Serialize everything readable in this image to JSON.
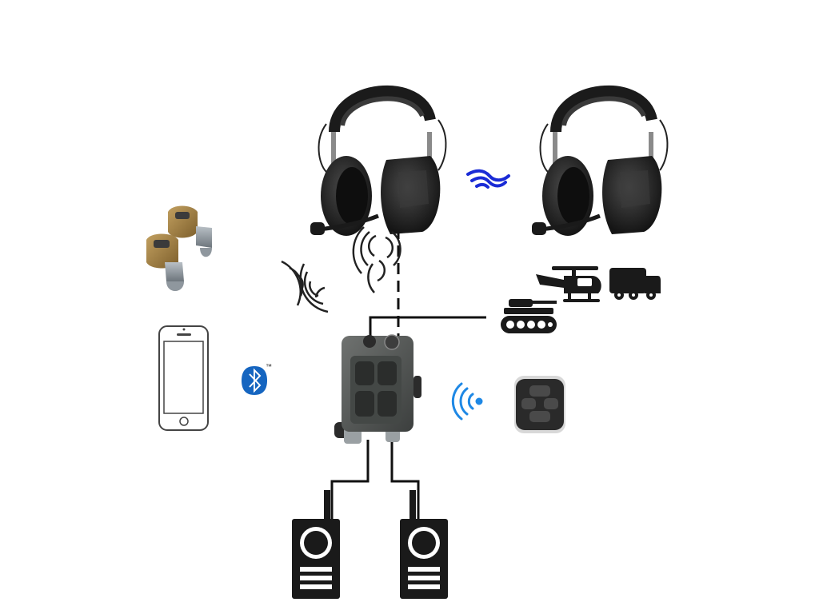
{
  "diagram": {
    "nodes": [
      {
        "id": "headset-left",
        "icon": "over-ear-headset-with-boom-mic"
      },
      {
        "id": "headset-right",
        "icon": "over-ear-headset-with-boom-mic"
      },
      {
        "id": "earbuds",
        "icon": "tan-in-ear-earbuds"
      },
      {
        "id": "smartphone",
        "icon": "smartphone-outline"
      },
      {
        "id": "control-unit",
        "icon": "rugged-push-to-talk-control-box"
      },
      {
        "id": "remote",
        "icon": "wireless-ptt-remote"
      },
      {
        "id": "helicopter",
        "icon": "helicopter-icon"
      },
      {
        "id": "truck",
        "icon": "truck-icon"
      },
      {
        "id": "tank",
        "icon": "tank-icon"
      },
      {
        "id": "radio-left",
        "icon": "two-way-radio-icon"
      },
      {
        "id": "radio-right",
        "icon": "two-way-radio-icon"
      }
    ],
    "links": [
      {
        "from": "headset-left",
        "to": "headset-right",
        "type": "wireless-wave",
        "color": "#1a2bd6"
      },
      {
        "from": "headset-left",
        "to": "control-unit",
        "type": "dashed-cable"
      },
      {
        "from": "earbuds",
        "to": "headset-left",
        "type": "wireless-signal"
      },
      {
        "from": "smartphone",
        "to": "control-unit",
        "type": "bluetooth",
        "color": "#1565c0"
      },
      {
        "from": "control-unit",
        "to": "vehicles",
        "type": "cable"
      },
      {
        "from": "control-unit",
        "to": "remote",
        "type": "wireless",
        "color": "#1e88e5"
      },
      {
        "from": "control-unit",
        "to": "radio-left",
        "type": "cable"
      },
      {
        "from": "control-unit",
        "to": "radio-right",
        "type": "cable"
      }
    ],
    "bluetooth_mark": "™"
  }
}
